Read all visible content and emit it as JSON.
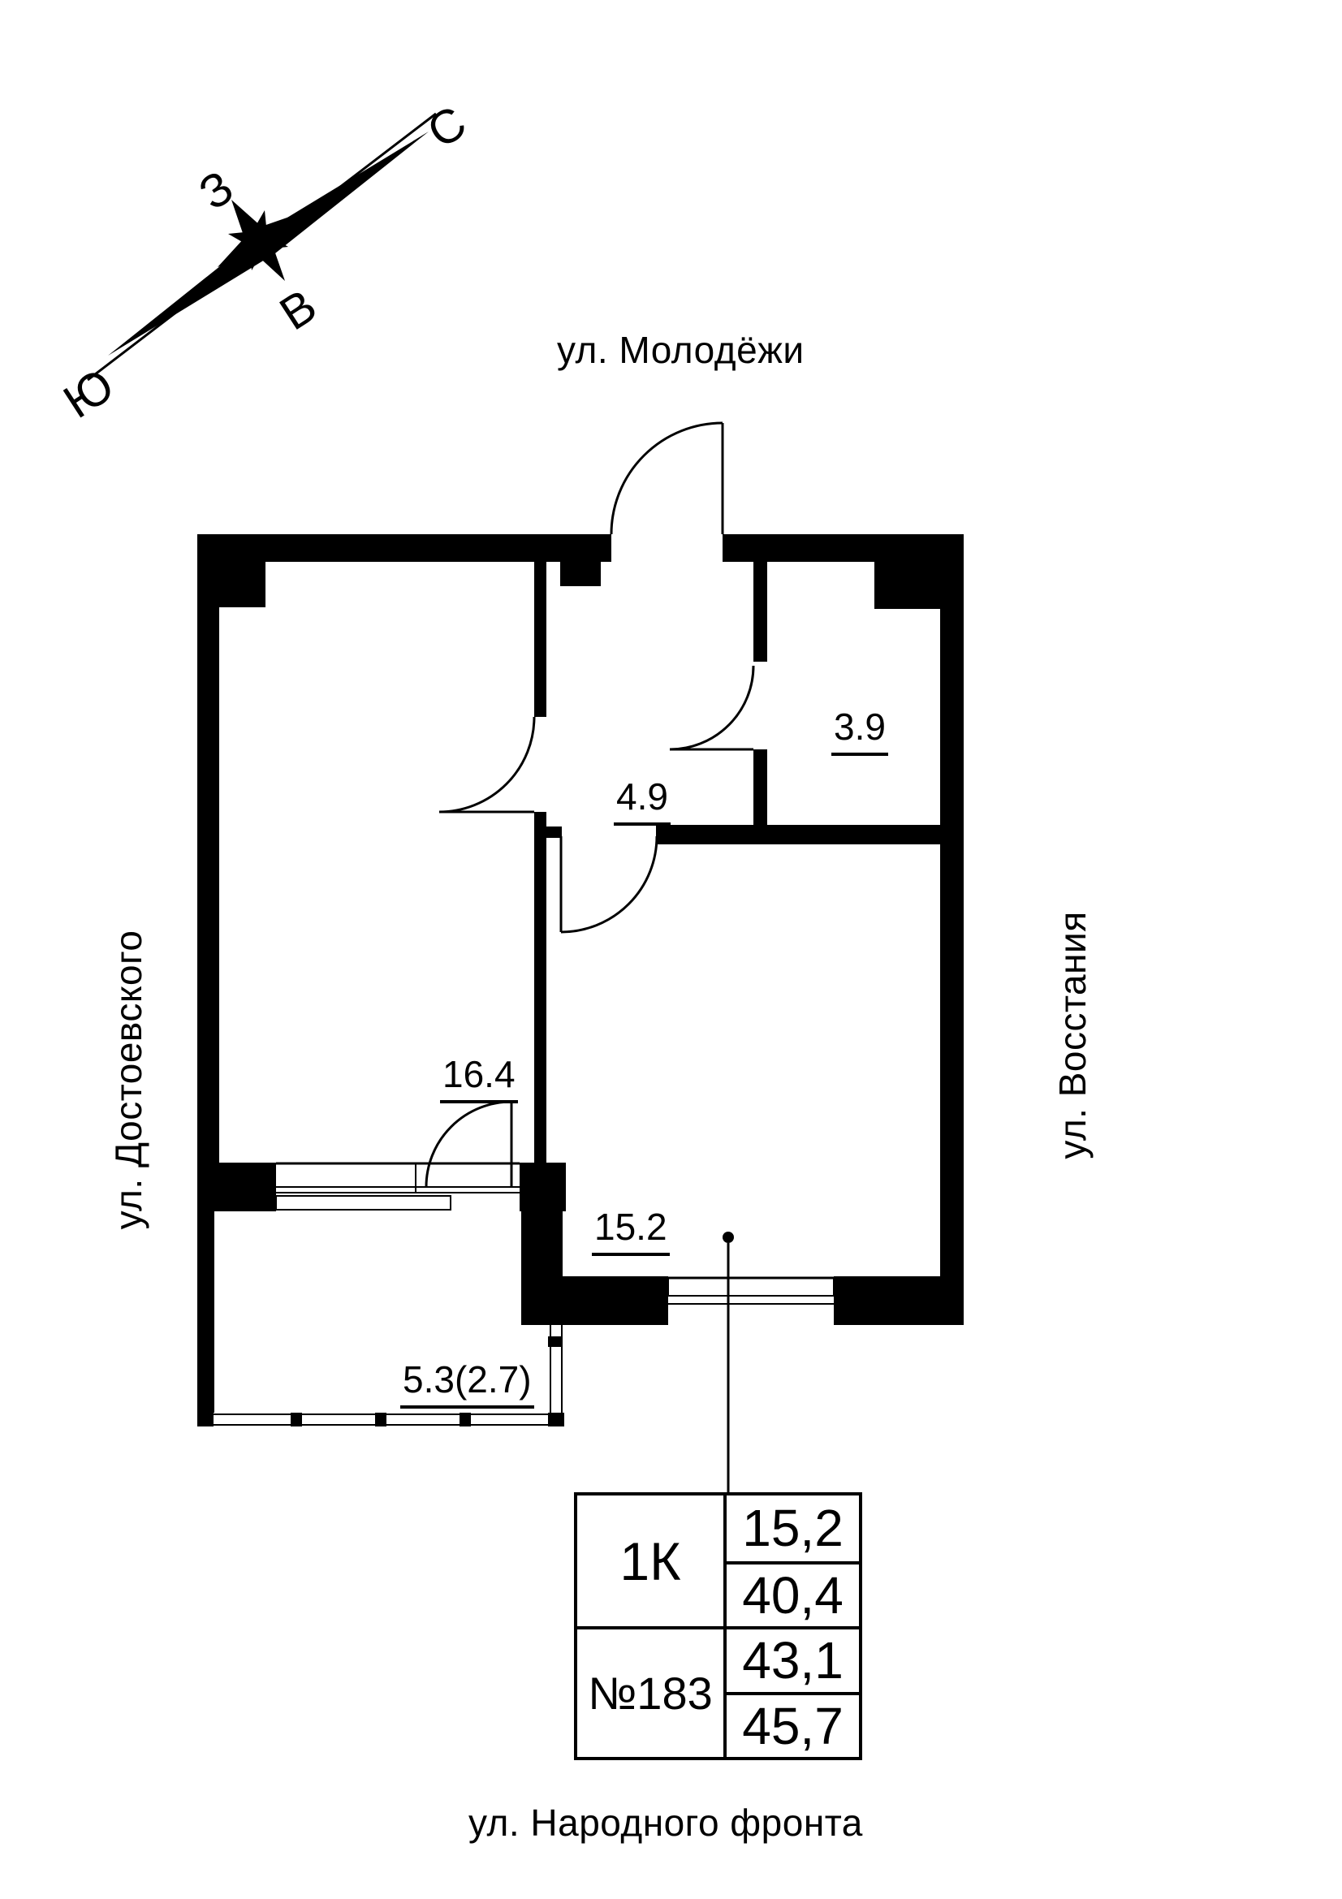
{
  "compass": {
    "north": "С",
    "south": "Ю",
    "west": "З",
    "east": "В"
  },
  "streets": {
    "top": "ул. Молодёжи",
    "left": "ул. Достоевского",
    "right": "ул. Восстания",
    "bottom": "ул. Народного фронта"
  },
  "rooms": {
    "bathroom": "3.9",
    "hall": "4.9",
    "kitchen_living": "16.4",
    "living": "15.2",
    "balcony": "5.3(2.7)"
  },
  "info_table": {
    "type": "1К",
    "number": "№183",
    "values": [
      "15,2",
      "40,4",
      "43,1",
      "45,7"
    ]
  },
  "colors": {
    "wall": "#000000",
    "background": "#ffffff"
  }
}
